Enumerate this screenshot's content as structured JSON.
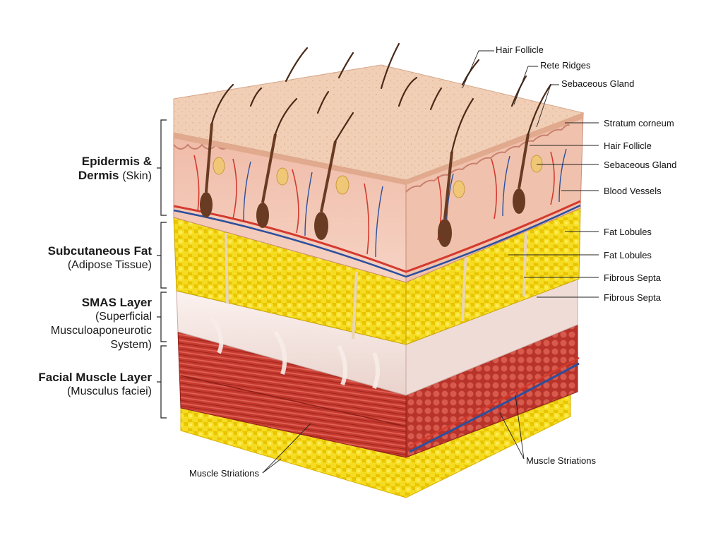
{
  "layers": {
    "skin": {
      "name": "Epidermis &",
      "name2": "Dermis",
      "detail": "(Skin)"
    },
    "fat": {
      "name": "Subcutaneous Fat",
      "detail": "(Adipose Tissue)"
    },
    "smas": {
      "name": "SMAS Layer",
      "detail1": "(Superficial",
      "detail2": "Musculoaponeurotic",
      "detail3": "System)"
    },
    "muscle": {
      "name": "Facial Muscle Layer",
      "detail": "(Musculus faciei)"
    }
  },
  "callouts": {
    "hair_follicle_top": "Hair Follicle",
    "rete_ridges": "Rete Ridges",
    "sebaceous_gland_top": "Sebaceous Gland",
    "stratum_corneum": "Stratum corneum",
    "hair_follicle": "Hair Follicle",
    "sebaceous_gland": "Sebaceous Gland",
    "blood_vessels": "Blood Vessels",
    "fat_lobules_1": "Fat Lobules",
    "fat_lobules_2": "Fat Lobules",
    "fibrous_septa_1": "Fibrous Septa",
    "fibrous_septa_2": "Fibrous Septa",
    "muscle_striations_left": "Muscle Striations",
    "muscle_striations_right": "Muscle Striations"
  },
  "colors": {
    "skin": "#efc9ae",
    "dermis": "#e7a998",
    "fat": "#f3db1f",
    "smas": "#f3e4e0",
    "muscle": "#c8392e",
    "artery": "#d43a2e",
    "vein": "#2b4f9e"
  }
}
